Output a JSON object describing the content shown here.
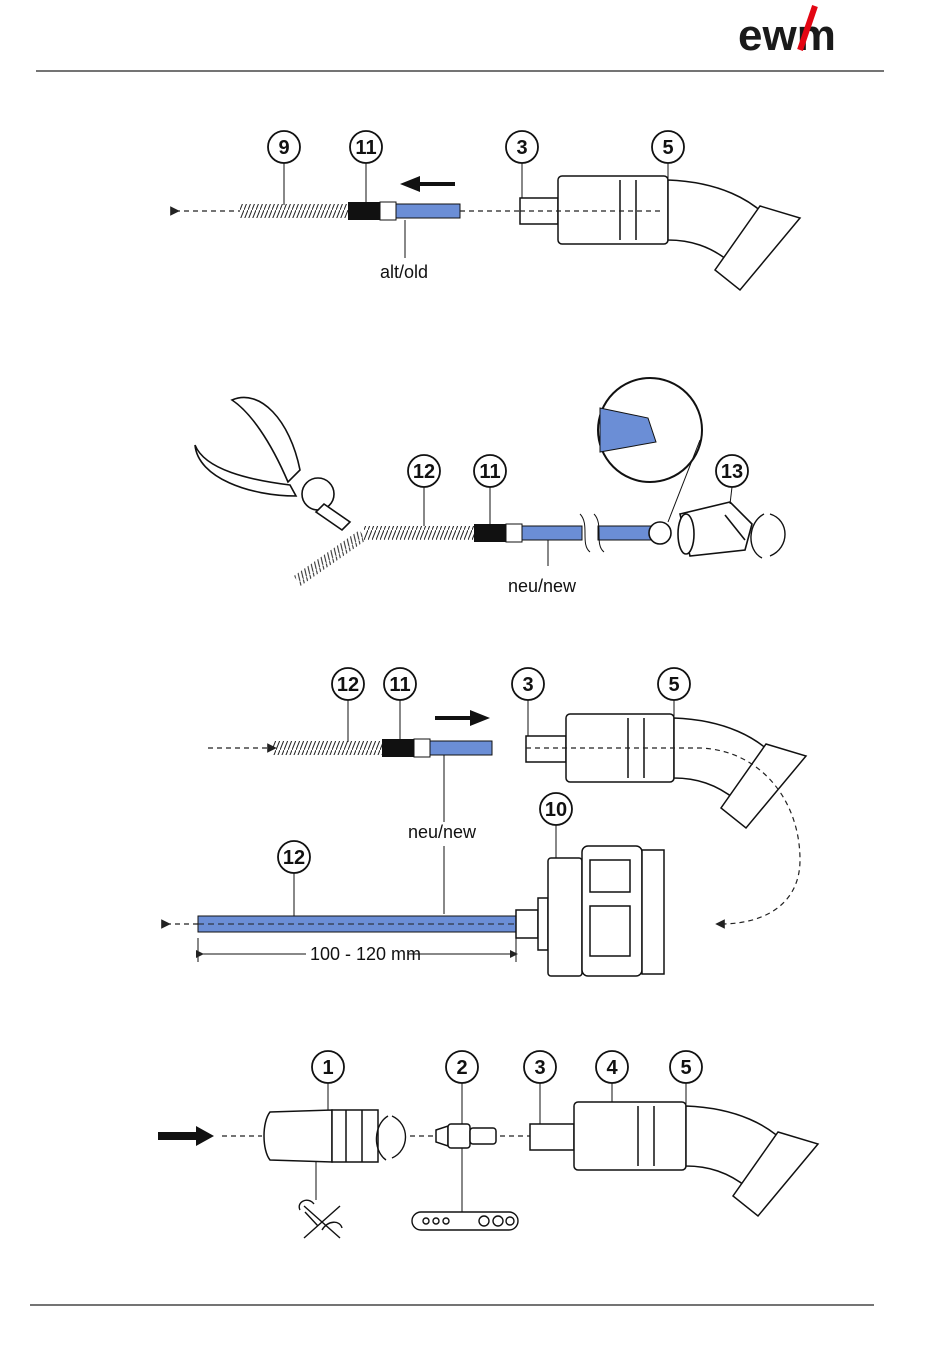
{
  "brand": {
    "logo_text": "ewm",
    "accent": "#e30613"
  },
  "colors": {
    "liner": "#6b8ed6",
    "outline": "#1a1a1a"
  },
  "steps": [
    {
      "callouts": [
        "9",
        "11",
        "3",
        "5"
      ],
      "label": "alt/old"
    },
    {
      "callouts": [
        "12",
        "11",
        "13"
      ],
      "label": "neu/new"
    },
    {
      "callouts": [
        "12",
        "11",
        "3",
        "5",
        "10",
        "12"
      ],
      "label": "neu/new",
      "dimension": "100 - 120 mm"
    },
    {
      "callouts": [
        "1",
        "2",
        "3",
        "4",
        "5"
      ]
    }
  ]
}
